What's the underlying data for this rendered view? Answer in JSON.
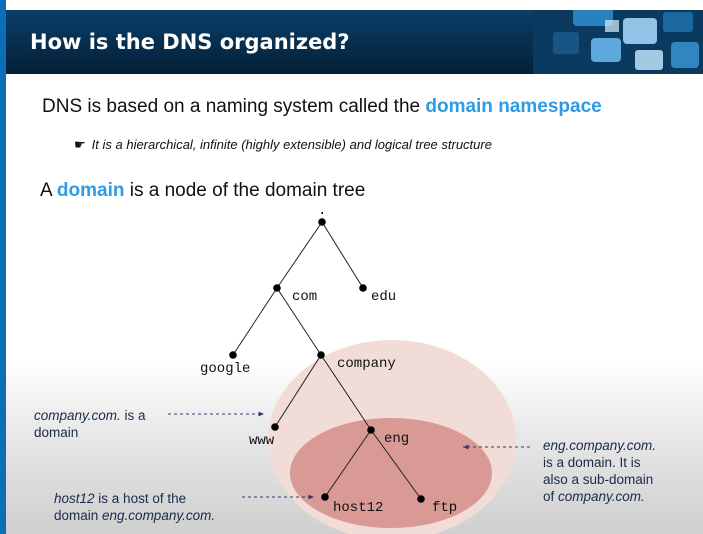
{
  "title": "How is the DNS organized?",
  "intro": {
    "prefix": "DNS is based on a naming system called the ",
    "highlight": "domain namespace"
  },
  "bullet": {
    "icon": "pointing-hand-icon",
    "text": "It is a hierarchical, infinite (highly extensible) and logical tree structure"
  },
  "domain_line": {
    "prefix": "A ",
    "highlight": "domain",
    "suffix": " is a node of the domain tree"
  },
  "tree": {
    "root_label": ".",
    "nodes": {
      "com": "com",
      "edu": "edu",
      "google": "google",
      "company": "company",
      "www": "www",
      "eng": "eng",
      "host12": "host12",
      "ftp": "ftp"
    }
  },
  "annotations": {
    "company": {
      "italic": "company.com.",
      "line1_rest": " is a",
      "line2": "domain"
    },
    "host12": {
      "italic_host": "host12",
      "line1_rest": " is a host of the",
      "line2_prefix": "domain ",
      "italic_domain": "eng.company.com."
    },
    "eng": {
      "italic": "eng.company.com.",
      "line2": "is a domain.  It is",
      "line3": "also a sub-domain",
      "line4_prefix": "of ",
      "line4_italic": "company.com."
    }
  },
  "colors": {
    "accent": "#2d9be6",
    "title_bg": "#062c4b",
    "outer_ellipse": "#f2dcd8",
    "inner_ellipse": "#d99a95",
    "annotation_arrow": "#2a3a6e"
  }
}
